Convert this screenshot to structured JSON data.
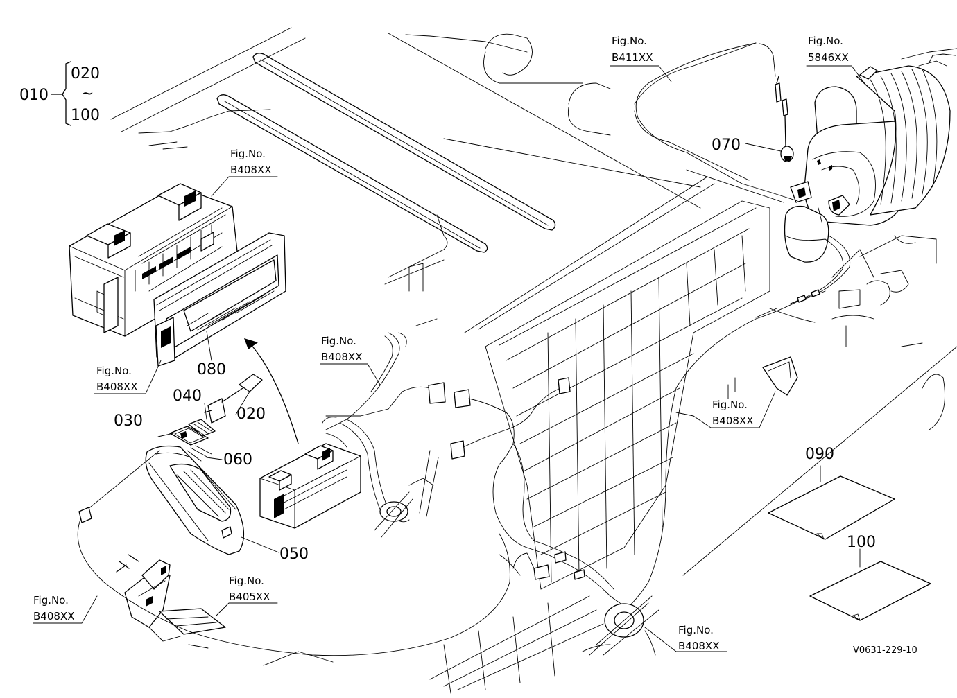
{
  "diagram": {
    "callouts": {
      "c010": "010",
      "c020_top": "020",
      "tilde": "~",
      "c100_top": "100",
      "c020": "020",
      "c030": "030",
      "c040": "040",
      "c050": "050",
      "c060": "060",
      "c070": "070",
      "c080": "080",
      "c090": "090",
      "c100": "100"
    },
    "fig_refs": [
      {
        "label": "Fig.No.",
        "code": "B411XX"
      },
      {
        "label": "Fig.No.",
        "code": "5846XX"
      },
      {
        "label": "Fig.No.",
        "code": "B408XX"
      },
      {
        "label": "Fig.No.",
        "code": "B408XX"
      },
      {
        "label": "Fig.No.",
        "code": "B408XX"
      },
      {
        "label": "Fig.No.",
        "code": "B408XX"
      },
      {
        "label": "Fig.No.",
        "code": "B408XX"
      },
      {
        "label": "Fig.No.",
        "code": "B405XX"
      },
      {
        "label": "Fig.No.",
        "code": "B408XX"
      }
    ],
    "drawing_code": "V0631-229-10"
  }
}
